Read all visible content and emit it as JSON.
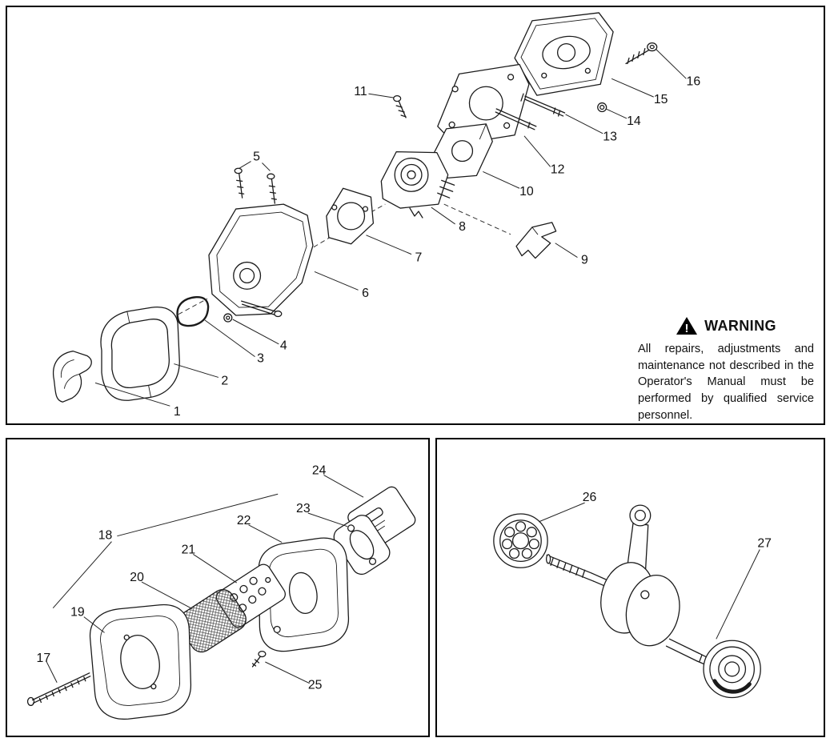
{
  "panels": {
    "top": {
      "callouts": [
        "1",
        "2",
        "3",
        "4",
        "5",
        "6",
        "7",
        "8",
        "9",
        "10",
        "11",
        "12",
        "13",
        "14",
        "15",
        "16"
      ],
      "warning": {
        "icon": "!",
        "title": "WARNING",
        "body": "All repairs, adjustments and maintenance not described in the Operator's Manual must be performed by qualified service personnel."
      }
    },
    "bottom_left": {
      "callouts": [
        "17",
        "18",
        "19",
        "20",
        "21",
        "22",
        "23",
        "24",
        "25"
      ]
    },
    "bottom_right": {
      "callouts": [
        "26",
        "27"
      ]
    }
  }
}
